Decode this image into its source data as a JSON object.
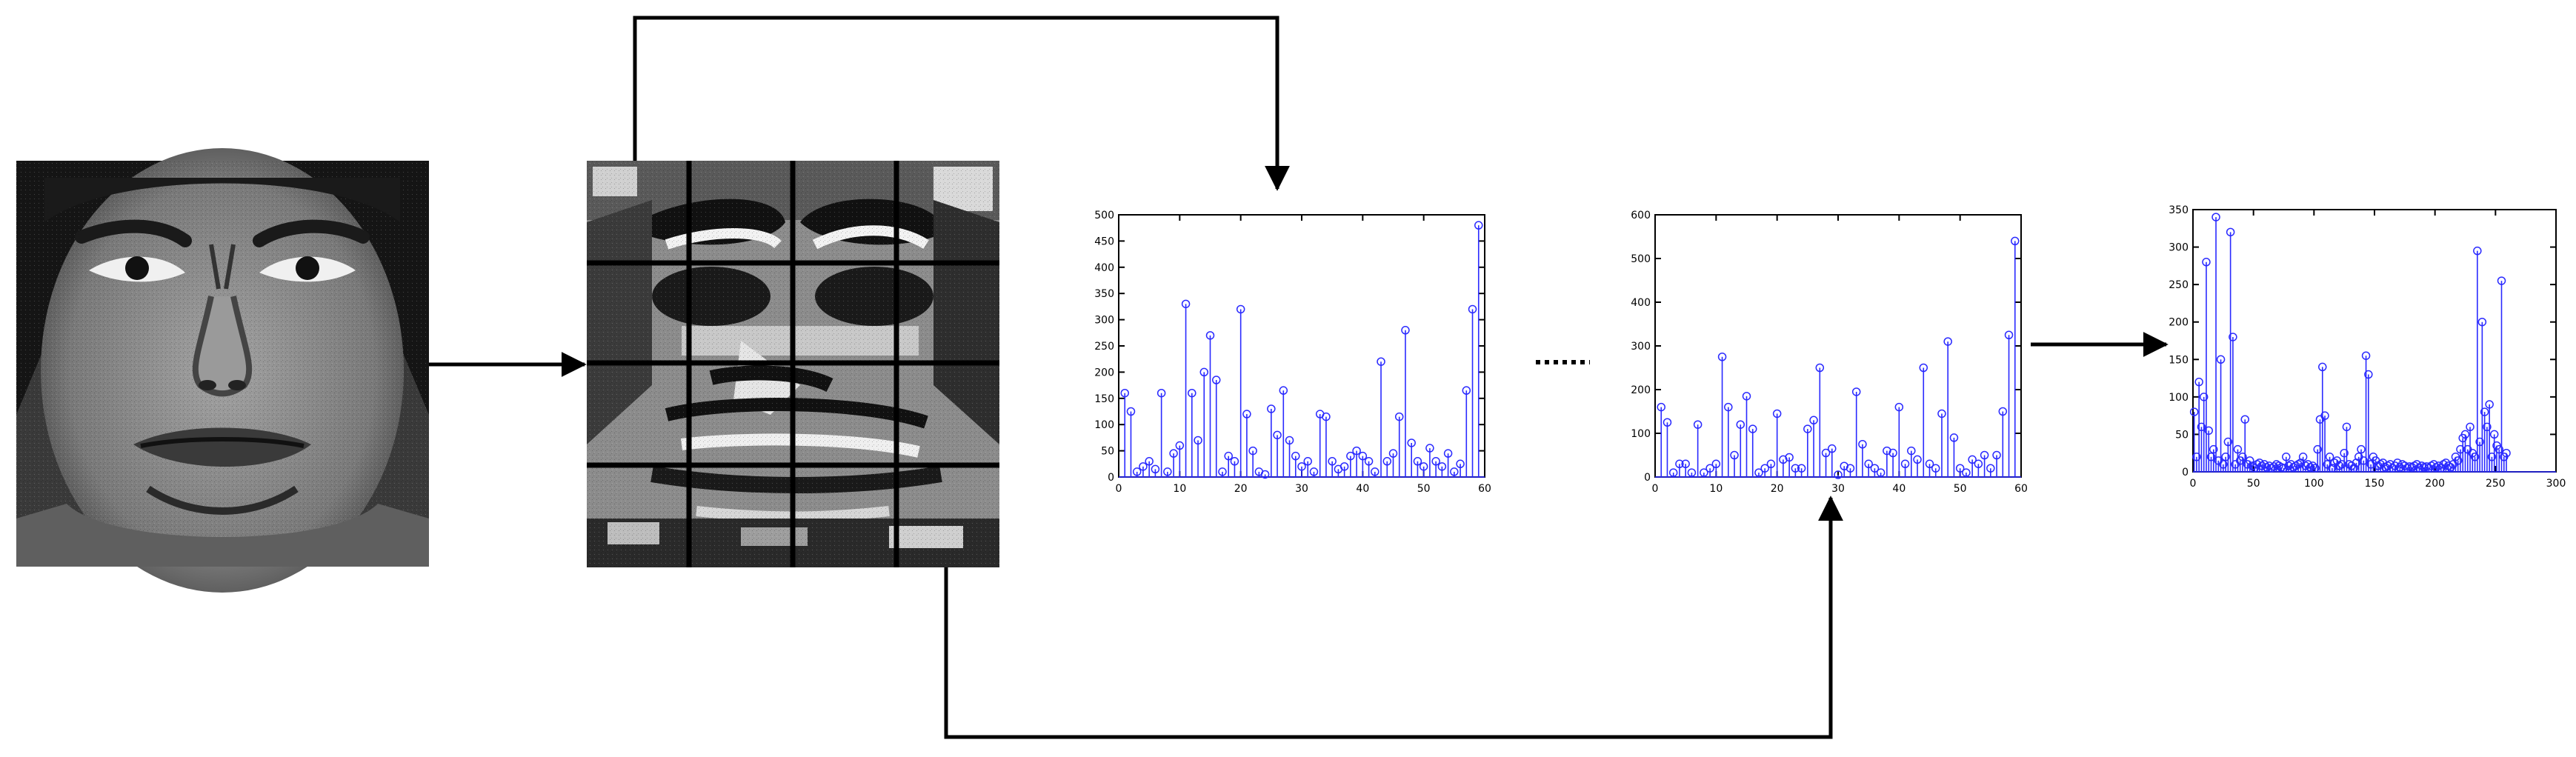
{
  "colors": {
    "stem": "#2a2aff",
    "arrow": "#000000",
    "frame": "#000000",
    "background": "#ffffff"
  },
  "diagram": {
    "nodes": [
      {
        "id": "face-photo",
        "kind": "grayscale face image"
      },
      {
        "id": "lbp-grid",
        "kind": "LBP-coded image divided into 4x4 regions"
      },
      {
        "id": "hist-first",
        "kind": "region histogram"
      },
      {
        "id": "ellipsis",
        "kind": "dots"
      },
      {
        "id": "hist-last",
        "kind": "region histogram"
      },
      {
        "id": "hist-concat",
        "kind": "concatenated feature histogram"
      }
    ],
    "edges": [
      {
        "from": "face-photo",
        "to": "lbp-grid"
      },
      {
        "from": "lbp-grid",
        "to": "hist-first"
      },
      {
        "from": "lbp-grid",
        "to": "hist-last"
      },
      {
        "from": "hist-last",
        "to": "hist-concat"
      }
    ]
  },
  "chart_data": [
    {
      "type": "stem",
      "id": "hist-first",
      "xlim": [
        0,
        60
      ],
      "ylim": [
        0,
        500
      ],
      "xticks": [
        "0",
        "10",
        "20",
        "30",
        "40",
        "50",
        "60"
      ],
      "yticks": [
        "0",
        "50",
        "100",
        "150",
        "200",
        "250",
        "300",
        "350",
        "400",
        "450",
        "500"
      ],
      "x": [
        1,
        2,
        3,
        4,
        5,
        6,
        7,
        8,
        9,
        10,
        11,
        12,
        13,
        14,
        15,
        16,
        17,
        18,
        19,
        20,
        21,
        22,
        23,
        24,
        25,
        26,
        27,
        28,
        29,
        30,
        31,
        32,
        33,
        34,
        35,
        36,
        37,
        38,
        39,
        40,
        41,
        42,
        43,
        44,
        45,
        46,
        47,
        48,
        49,
        50,
        51,
        52,
        53,
        54,
        55,
        56,
        57,
        58,
        59
      ],
      "values": [
        160,
        125,
        10,
        20,
        30,
        15,
        160,
        10,
        45,
        60,
        330,
        160,
        70,
        200,
        270,
        185,
        10,
        40,
        30,
        320,
        120,
        50,
        10,
        5,
        130,
        80,
        165,
        70,
        40,
        20,
        30,
        10,
        120,
        115,
        30,
        15,
        20,
        40,
        50,
        40,
        30,
        10,
        220,
        30,
        45,
        115,
        280,
        65,
        30,
        20,
        55,
        30,
        20,
        45,
        10,
        25,
        165,
        320,
        480
      ]
    },
    {
      "type": "stem",
      "id": "hist-last",
      "xlim": [
        0,
        60
      ],
      "ylim": [
        0,
        600
      ],
      "xticks": [
        "0",
        "10",
        "20",
        "30",
        "40",
        "50",
        "60"
      ],
      "yticks": [
        "0",
        "100",
        "200",
        "300",
        "400",
        "500",
        "600"
      ],
      "x": [
        1,
        2,
        3,
        4,
        5,
        6,
        7,
        8,
        9,
        10,
        11,
        12,
        13,
        14,
        15,
        16,
        17,
        18,
        19,
        20,
        21,
        22,
        23,
        24,
        25,
        26,
        27,
        28,
        29,
        30,
        31,
        32,
        33,
        34,
        35,
        36,
        37,
        38,
        39,
        40,
        41,
        42,
        43,
        44,
        45,
        46,
        47,
        48,
        49,
        50,
        51,
        52,
        53,
        54,
        55,
        56,
        57,
        58,
        59
      ],
      "values": [
        160,
        125,
        10,
        30,
        30,
        10,
        120,
        10,
        20,
        30,
        275,
        160,
        50,
        120,
        185,
        110,
        10,
        20,
        30,
        145,
        40,
        45,
        20,
        20,
        110,
        130,
        250,
        55,
        65,
        5,
        25,
        20,
        195,
        75,
        30,
        20,
        10,
        60,
        55,
        160,
        30,
        60,
        40,
        250,
        30,
        20,
        145,
        310,
        90,
        20,
        10,
        40,
        30,
        50,
        20,
        50,
        150,
        325,
        540
      ]
    },
    {
      "type": "stem",
      "id": "hist-concat",
      "xlim": [
        0,
        300
      ],
      "ylim": [
        0,
        350
      ],
      "xticks": [
        "0",
        "50",
        "100",
        "150",
        "200",
        "250",
        "300"
      ],
      "yticks": [
        "0",
        "50",
        "100",
        "150",
        "200",
        "250",
        "300",
        "350"
      ],
      "x": [
        1,
        3,
        5,
        7,
        9,
        11,
        13,
        15,
        17,
        19,
        21,
        23,
        25,
        27,
        29,
        31,
        33,
        35,
        37,
        39,
        41,
        43,
        45,
        47,
        49,
        51,
        53,
        55,
        57,
        59,
        61,
        63,
        65,
        67,
        69,
        71,
        73,
        75,
        77,
        79,
        81,
        83,
        85,
        87,
        89,
        91,
        93,
        95,
        97,
        99,
        101,
        103,
        105,
        107,
        109,
        111,
        113,
        115,
        117,
        119,
        121,
        123,
        125,
        127,
        129,
        131,
        133,
        135,
        137,
        139,
        141,
        143,
        145,
        147,
        149,
        151,
        153,
        155,
        157,
        159,
        161,
        163,
        165,
        167,
        169,
        171,
        173,
        175,
        177,
        179,
        181,
        183,
        185,
        187,
        189,
        191,
        193,
        195,
        197,
        199,
        201,
        203,
        205,
        207,
        209,
        211,
        213,
        215,
        217,
        219,
        221,
        223,
        225,
        227,
        229,
        231,
        233,
        235,
        237,
        239,
        241,
        243,
        245,
        247,
        249,
        251,
        253,
        255,
        257,
        259
      ],
      "values": [
        80,
        20,
        120,
        60,
        100,
        280,
        55,
        20,
        30,
        340,
        15,
        150,
        10,
        20,
        40,
        320,
        180,
        10,
        30,
        15,
        20,
        70,
        10,
        15,
        8,
        5,
        10,
        12,
        8,
        10,
        6,
        8,
        5,
        7,
        10,
        8,
        6,
        5,
        20,
        8,
        10,
        6,
        8,
        10,
        12,
        20,
        8,
        10,
        6,
        8,
        5,
        30,
        70,
        140,
        75,
        10,
        20,
        5,
        12,
        15,
        8,
        10,
        25,
        60,
        10,
        8,
        5,
        12,
        20,
        30,
        15,
        155,
        130,
        10,
        20,
        15,
        8,
        10,
        12,
        6,
        8,
        10,
        5,
        8,
        12,
        6,
        10,
        8,
        5,
        7,
        6,
        8,
        10,
        5,
        8,
        6,
        7,
        5,
        8,
        10,
        6,
        8,
        5,
        10,
        12,
        8,
        6,
        10,
        20,
        15,
        30,
        45,
        50,
        30,
        60,
        25,
        20,
        295,
        40,
        200,
        80,
        60,
        90,
        20,
        50,
        35,
        30,
        255,
        20,
        25
      ]
    }
  ]
}
